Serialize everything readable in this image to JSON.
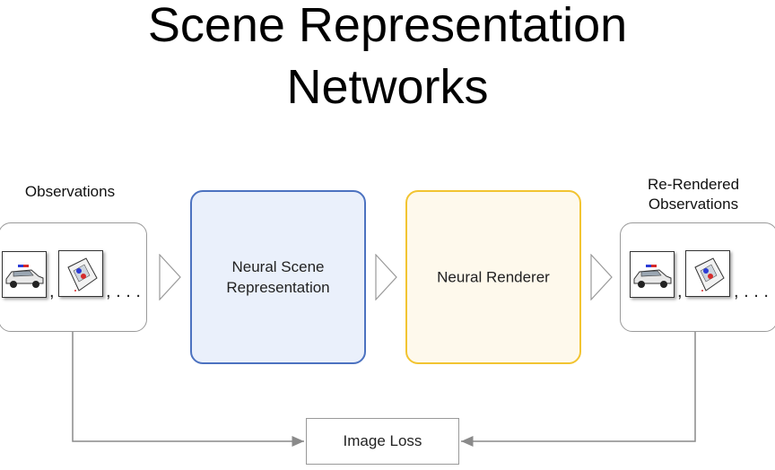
{
  "title": {
    "line1": "Scene Representation",
    "line2": "Networks"
  },
  "input": {
    "label": "Observations",
    "separator": ",",
    "ellipsis": ", . . ."
  },
  "encoder": {
    "line1": "Neural Scene",
    "line2": "Representation"
  },
  "renderer": {
    "label": "Neural Renderer"
  },
  "output": {
    "label_line1": "Re-Rendered",
    "label_line2": "Observations",
    "separator": ",",
    "ellipsis": ", . . ."
  },
  "loss": {
    "label": "Image Loss"
  },
  "colors": {
    "encoder_border": "#4c72c0",
    "encoder_fill": "#eaf0fb",
    "renderer_border": "#f2c431",
    "renderer_fill": "#fef9ec",
    "connector": "#8a8a8a"
  },
  "icons": [
    "police-car-side-icon",
    "police-car-top-icon",
    "chevron-right-icon"
  ]
}
